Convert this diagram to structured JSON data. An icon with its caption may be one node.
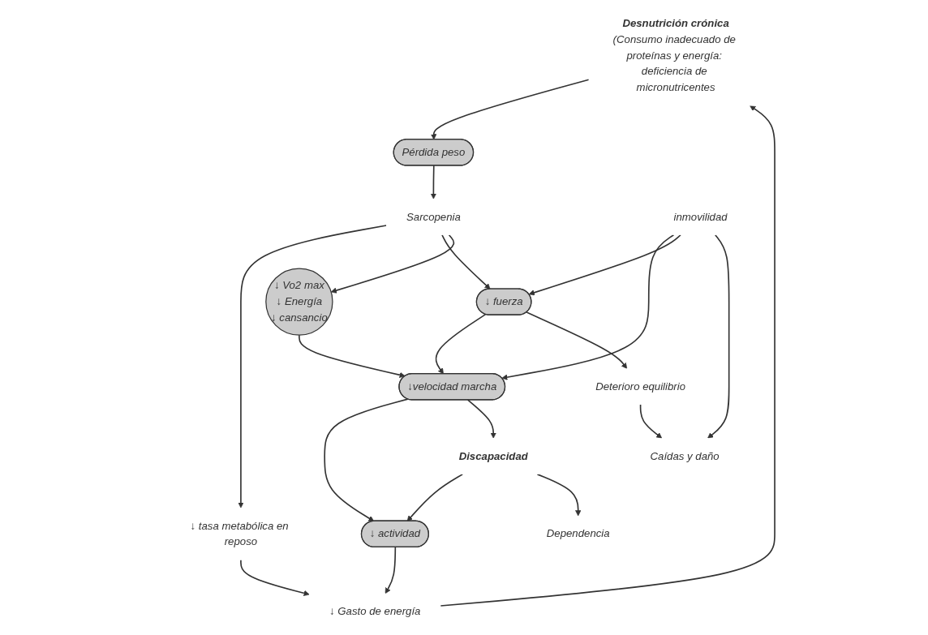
{
  "diagram": {
    "nodes": [
      {
        "text": [
          "Desnutrición crónica",
          "(Consumo inadecuado de proteínas y energía: deficiencia de micronutricentes"
        ]
      },
      {
        "text": [
          "Pérdida peso"
        ]
      },
      {
        "text": [
          "Sarcopenia"
        ]
      },
      {
        "text": [
          "↓ Gasto de energía"
        ]
      },
      {
        "text": [
          "↓ tasa metabólica en reposo"
        ]
      },
      {
        "text": [
          "↓ Vo2 max",
          "↓ Energía",
          "↓ cansancio"
        ]
      },
      {
        "text": [
          "↓ actividad"
        ]
      },
      {
        "text": [
          "↓velocidad marcha"
        ]
      },
      {
        "text": [
          "↓ fuerza"
        ]
      },
      {
        "text": [
          "Discapacidad"
        ]
      },
      {
        "text": [
          "inmovilidad"
        ]
      },
      {
        "text": [
          "Deterioro equilibrio"
        ]
      },
      {
        "text": [
          "Caídas y daño"
        ]
      },
      {
        "text": [
          "Dependencia"
        ]
      }
    ],
    "edges": [
      {
        "from": 0,
        "to": 1,
        "arrow": "to"
      },
      {
        "from": 1,
        "to": 2,
        "arrow": "to"
      },
      {
        "from": 2,
        "to": 4,
        "arrow": "to"
      },
      {
        "from": 2,
        "to": 8,
        "arrow": "to"
      },
      {
        "from": 2,
        "to": 5,
        "arrow": "to"
      },
      {
        "from": 4,
        "to": 3,
        "arrow": "to"
      },
      {
        "from": 3,
        "to": 0,
        "arrow": "to"
      },
      {
        "from": 6,
        "to": 3,
        "arrow": "to"
      },
      {
        "from": 8,
        "to": 7,
        "arrow": "to"
      },
      {
        "from": 7,
        "to": 6,
        "arrow": "to"
      },
      {
        "from": 9,
        "to": 6,
        "arrow": "to"
      },
      {
        "from": 7,
        "to": 9,
        "arrow": "to"
      },
      {
        "from": 9,
        "to": 13,
        "arrow": "to"
      },
      {
        "from": 10,
        "to": 7,
        "arrow": "to"
      },
      {
        "from": 10,
        "to": 8,
        "arrow": "to"
      },
      {
        "from": 8,
        "to": 11,
        "arrow": "to"
      },
      {
        "from": 10,
        "to": 12,
        "arrow": "to"
      },
      {
        "from": 11,
        "to": 12,
        "arrow": "to"
      },
      {
        "from": 5,
        "to": 7,
        "arrow": "to"
      }
    ]
  }
}
